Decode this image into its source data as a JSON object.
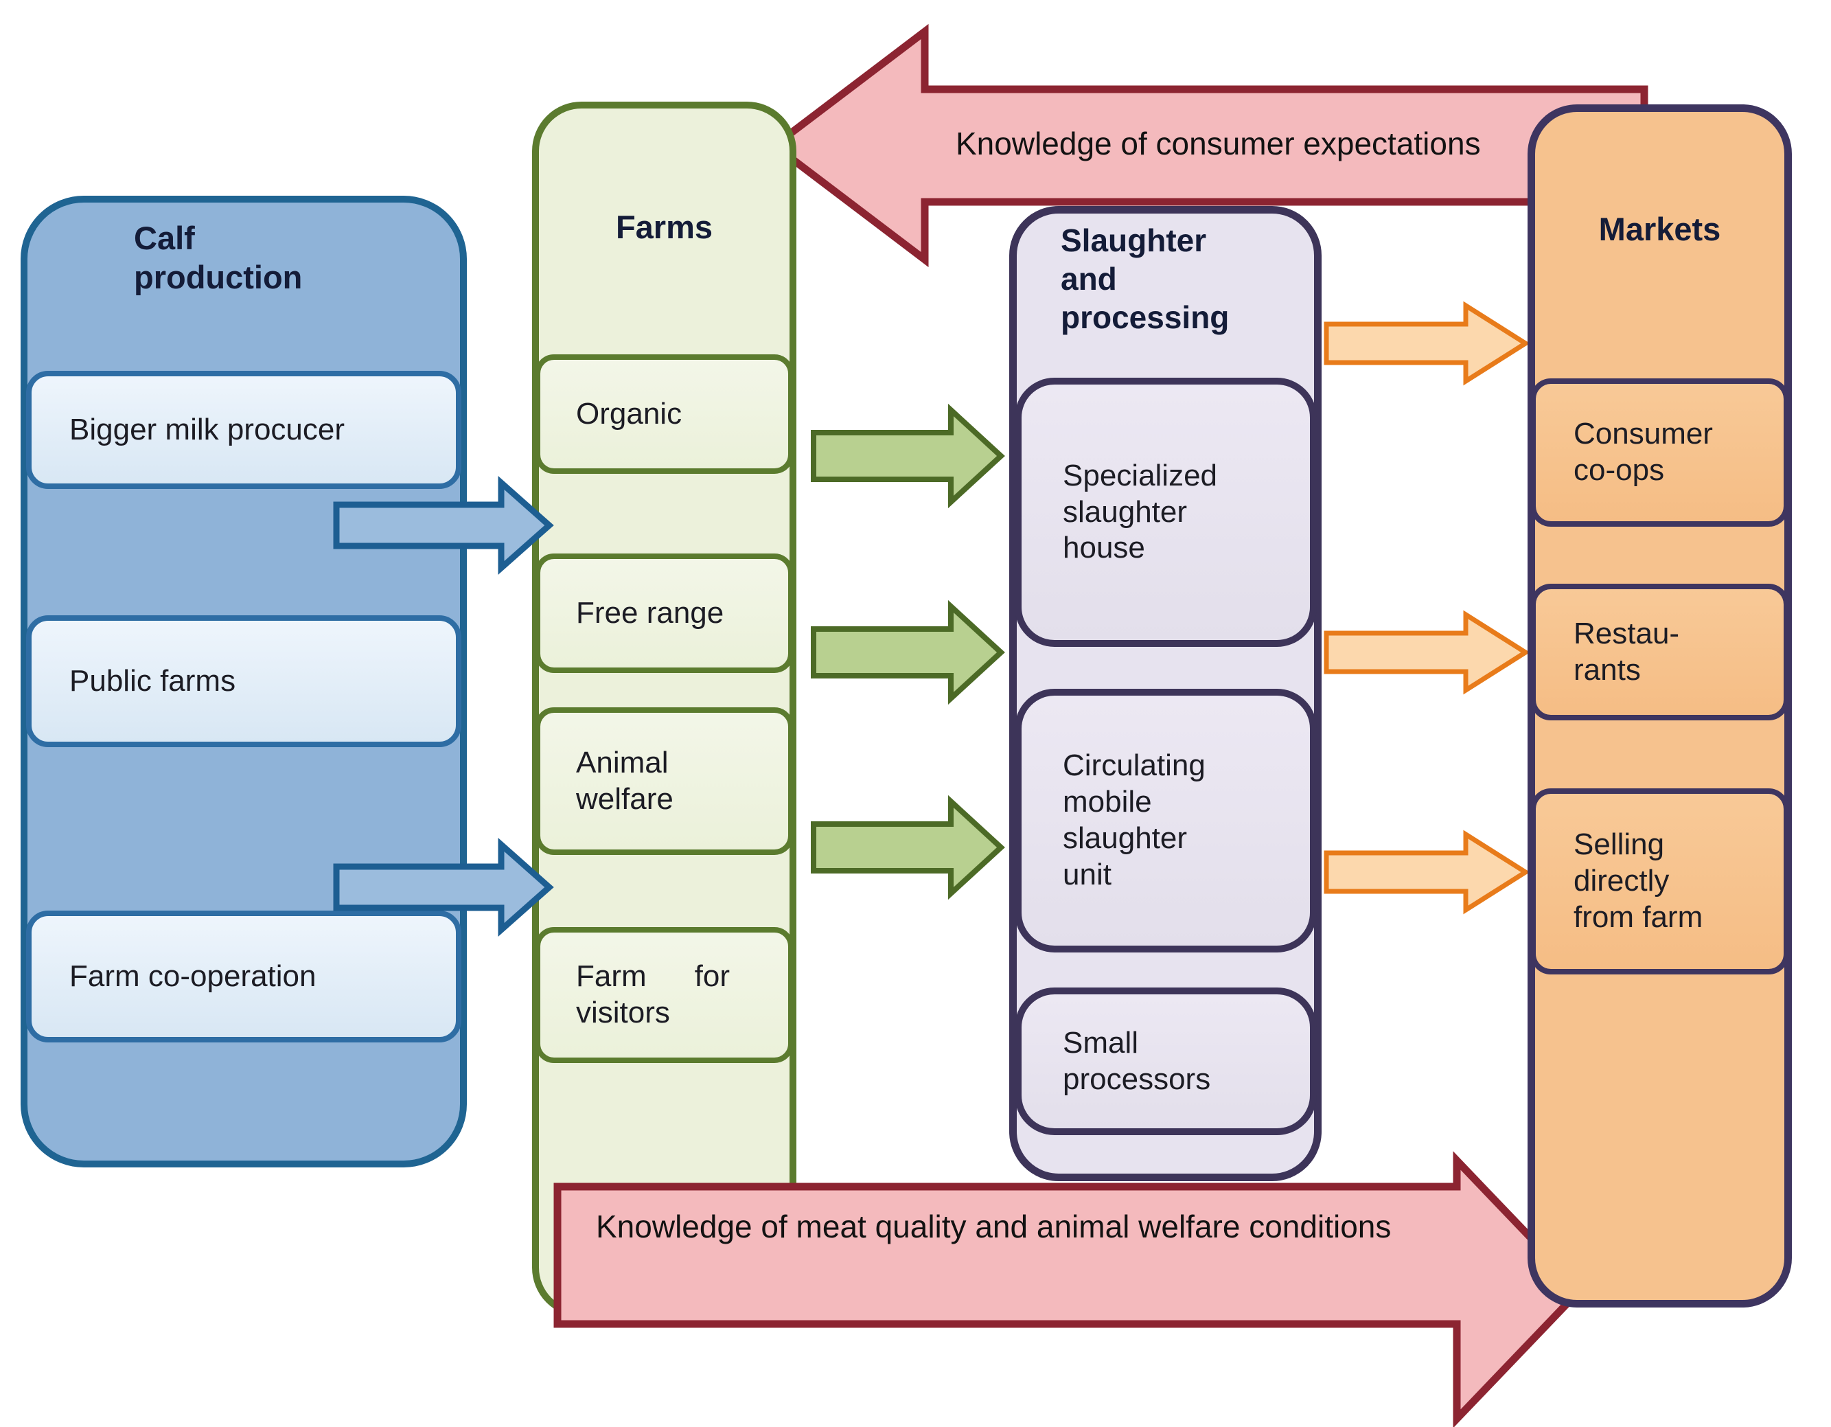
{
  "diagram": {
    "columns": {
      "calf": {
        "title": "Calf\nproduction",
        "items": [
          "Bigger milk procucer",
          "Public farms",
          "Farm co-operation"
        ]
      },
      "farms": {
        "title": "Farms",
        "items": [
          "Organic",
          "Free range",
          "Animal\nwelfare",
          "Farm for visitors"
        ]
      },
      "slaughter": {
        "title": "Slaughter\nand\nprocessing",
        "items": [
          "Specialized\nslaughter\nhouse",
          "Circulating\nmobile\nslaughter\nunit",
          "Small\nprocessors"
        ]
      },
      "markets": {
        "title": "Markets",
        "items": [
          "Consumer\nco-ops",
          "Restau-\nrants",
          "Selling\ndirectly\nfrom farm"
        ]
      }
    },
    "arrows": {
      "top_feedback": "Knowledge of consumer expectations",
      "bottom_feedback": "Knowledge of meat quality and animal welfare conditions"
    }
  },
  "colors": {
    "text": "#1c1c24",
    "title_text": "#141c38",
    "blue_fill": "#8fb3d8",
    "blue_border": "#1f6492",
    "blue_item_border": "#2e6da4",
    "green_fill": "#ecf1db",
    "green_border": "#5b7b2e",
    "purple_fill": "#e7e3ef",
    "purple_border": "#3d3459",
    "orange_fill": "#f6c28e",
    "orange_border": "#3e3560",
    "orange_item_border": "#3e3560",
    "red_arrow_fill": "#f4babd",
    "red_arrow_border": "#8c2431",
    "blue_arrow_fill": "#9bbcdd",
    "blue_arrow_border": "#1d5e92",
    "green_arrow_fill": "#b8d090",
    "green_arrow_border": "#4c6a26",
    "orange_arrow_fill": "#fcd8ad",
    "orange_arrow_border": "#e87b1a"
  }
}
